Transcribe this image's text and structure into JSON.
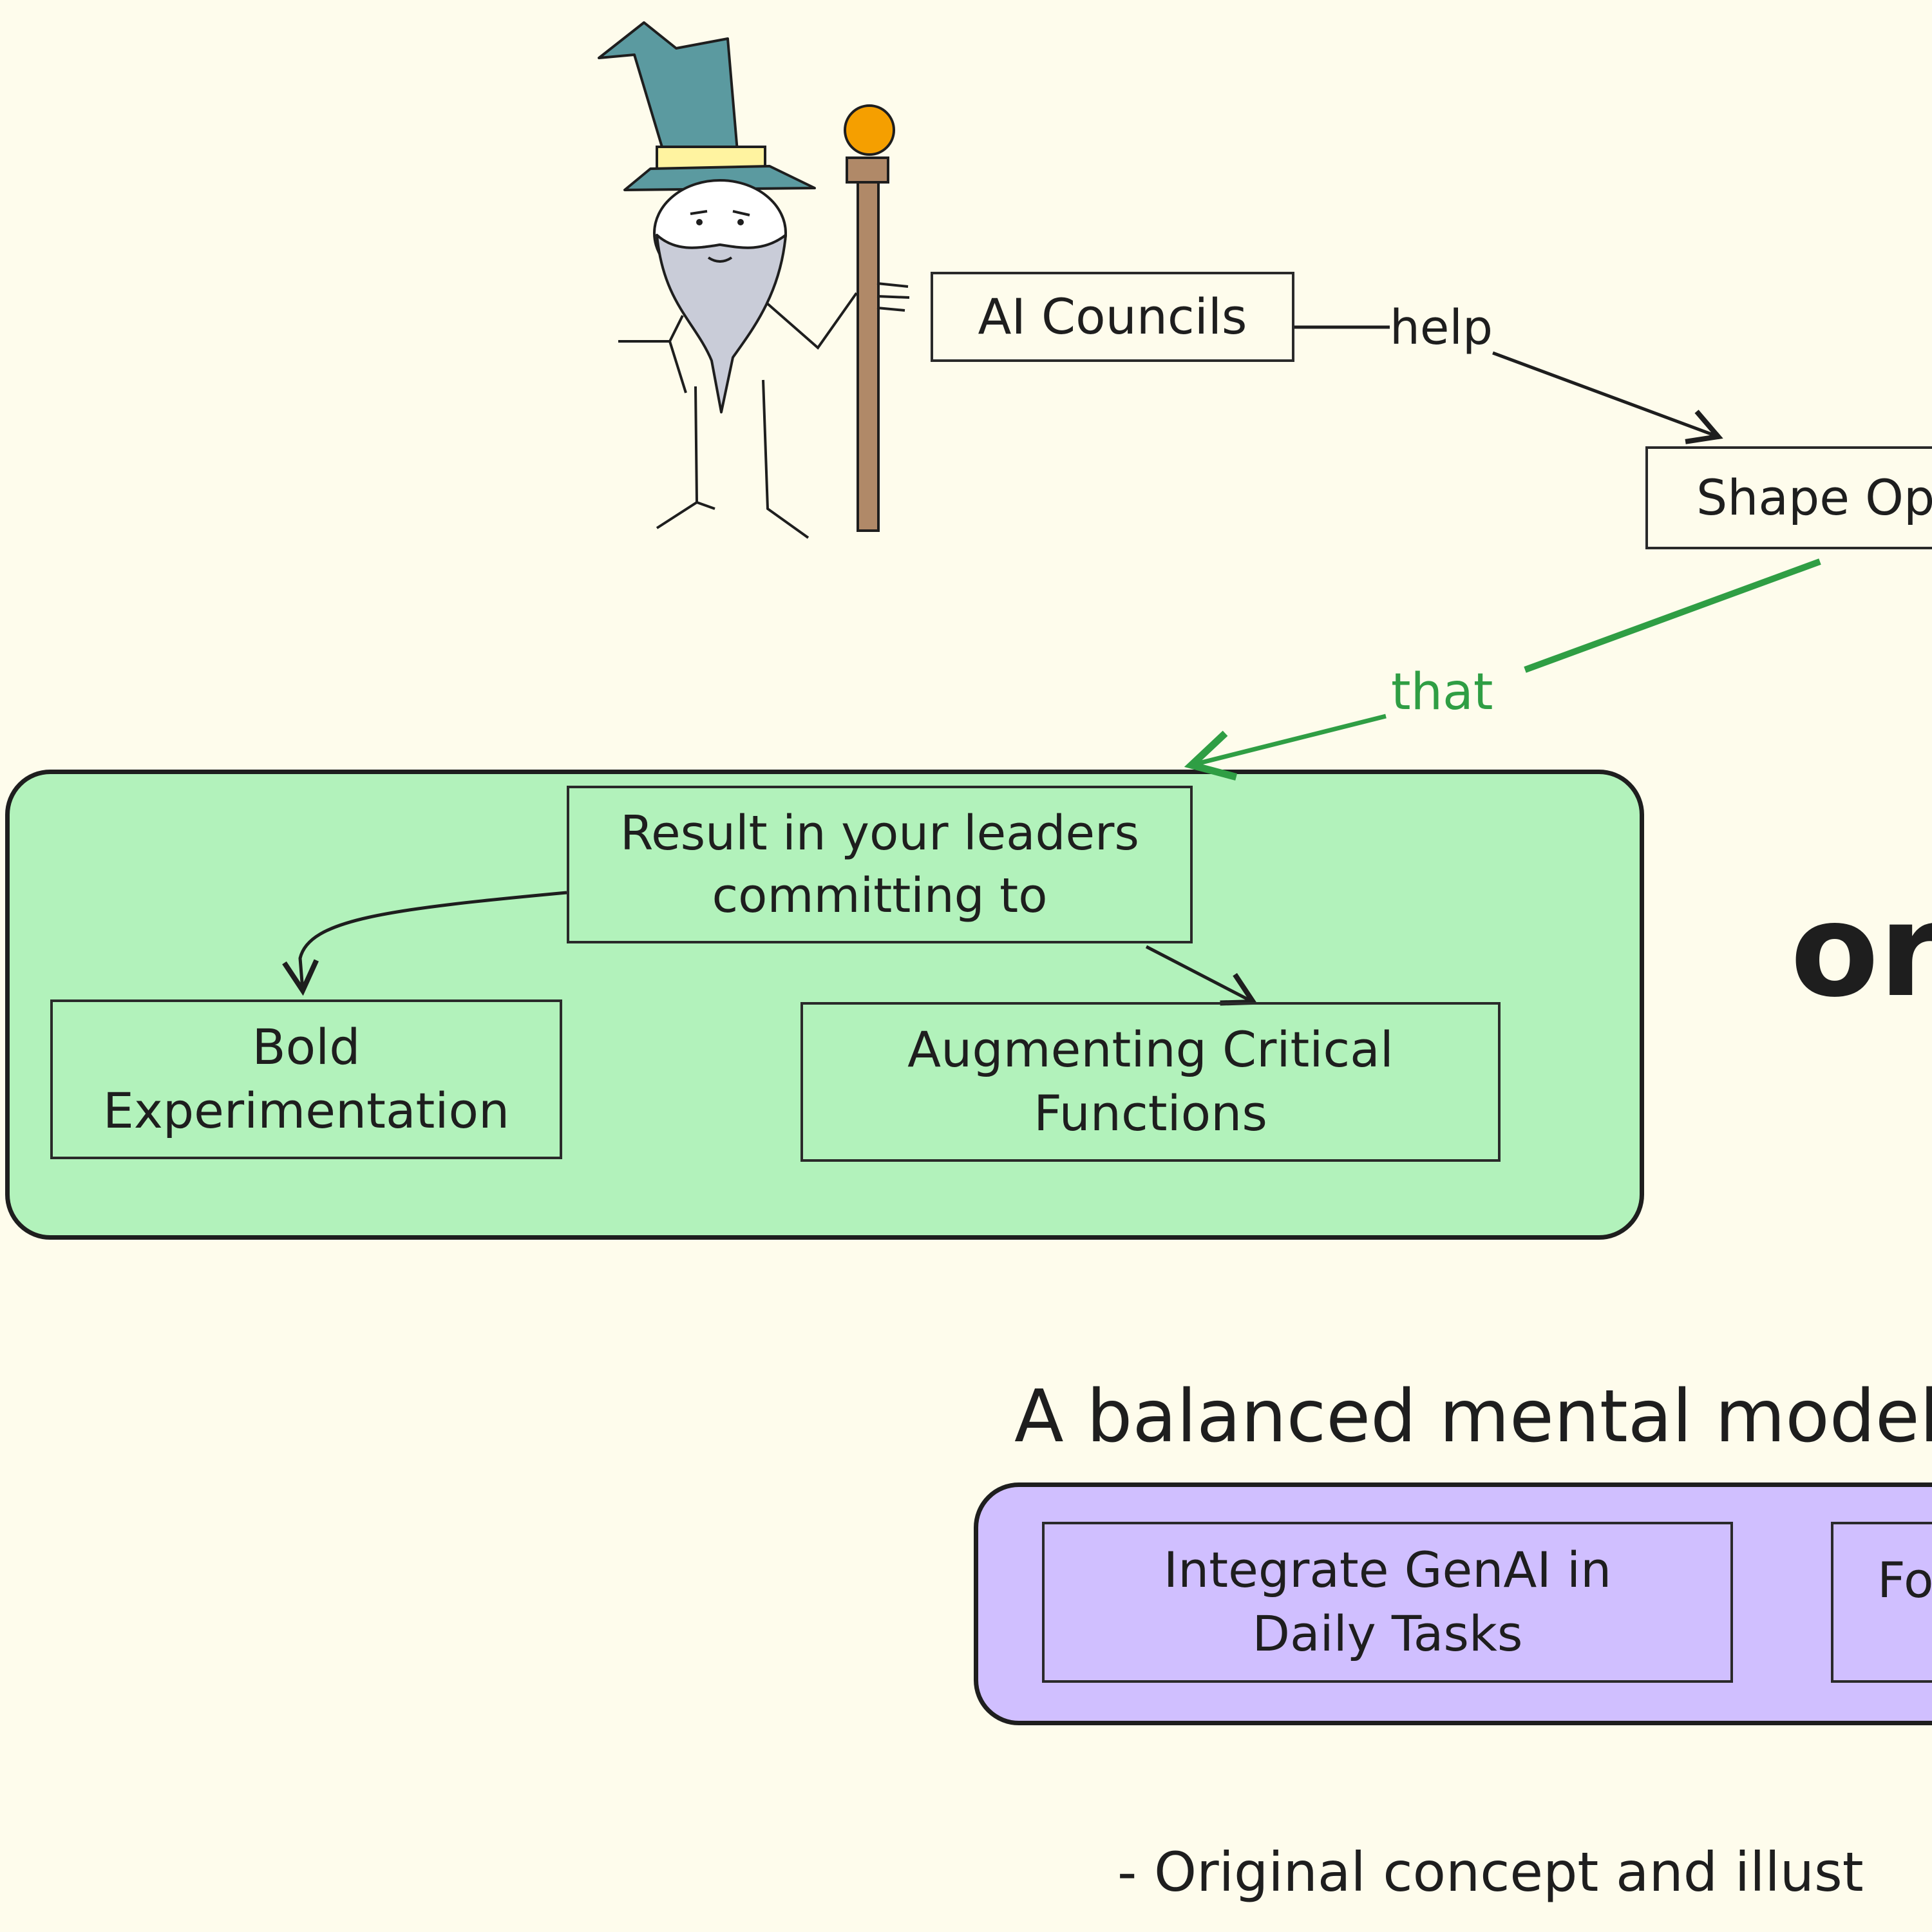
{
  "labels": {
    "ai_councils": "AI Councils",
    "help": "help",
    "shape_op": "Shape Op",
    "that": "that",
    "result": "Result in your leaders\ncommitting to",
    "bold": "Bold\nExperimentation",
    "augmenting": "Augmenting Critical\nFunctions",
    "big_partial": "or",
    "balanced": "A balanced mental model f",
    "integrate": "Integrate GenAI in\nDaily Tasks",
    "fo": "Fo",
    "footer": "- Original concept and illust"
  },
  "colors": {
    "background": "#fefcec",
    "green_fill": "#b2f2bb",
    "purple_fill": "#d0bfff",
    "green_arrow": "#2f9e44",
    "ink": "#1e1e1e",
    "hat": "#5b9aa0",
    "hat_band": "#fff3a0",
    "orb": "#f59f00",
    "staff": "#b08968",
    "beard": "#c9ccd8"
  },
  "icons": {
    "wizard": "wizard-illustration-icon"
  }
}
